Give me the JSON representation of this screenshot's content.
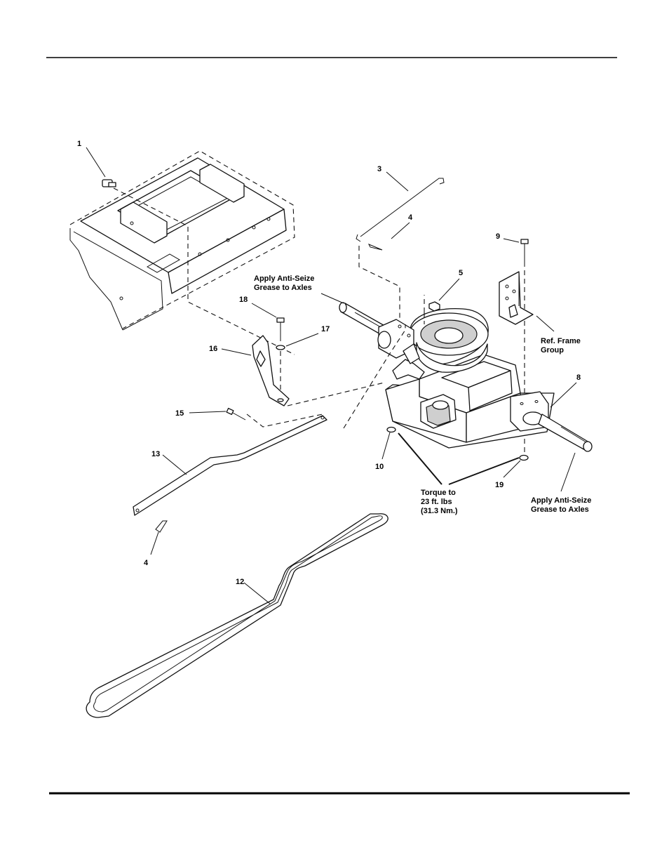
{
  "callouts": {
    "c1": "1",
    "c3": "3",
    "c4a": "4",
    "c4b": "4",
    "c5": "5",
    "c8": "8",
    "c9": "9",
    "c10": "10",
    "c12": "12",
    "c13": "13",
    "c15": "15",
    "c16": "16",
    "c17": "17",
    "c18": "18",
    "c19": "19"
  },
  "notes": {
    "anti_seize_top": [
      "Apply Anti-Seize",
      "Grease to Axles"
    ],
    "ref_frame": [
      "Ref. Frame",
      "Group"
    ],
    "torque": [
      "Torque to",
      "23 ft. lbs",
      "(31.3 Nm.)"
    ],
    "anti_seize_bottom": [
      "Apply Anti-Seize",
      "Grease to Axles"
    ]
  }
}
